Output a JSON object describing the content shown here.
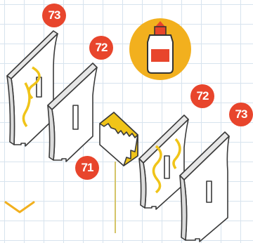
{
  "badges": {
    "top_left": "73",
    "top_middle": "72",
    "mid_right": "72",
    "far_right": "73",
    "connector": "71"
  },
  "icons": {
    "glue": "glue-bottle-icon",
    "chevron": "chevron-down-icon"
  },
  "colors": {
    "badge": "#e8452c",
    "glue_circle": "#f2b01e",
    "glue_line": "#f0c419",
    "panel_stroke": "#3a3a3a",
    "grid": "#d7e3ee"
  }
}
